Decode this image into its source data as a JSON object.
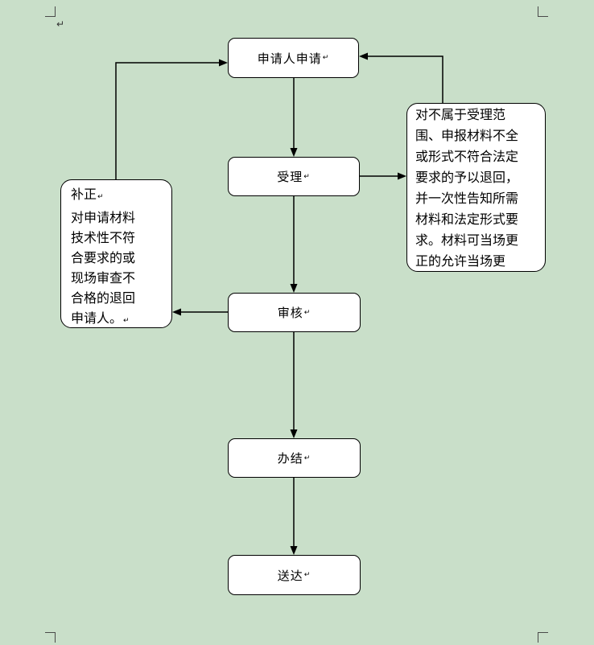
{
  "page": {
    "background_color": "#c9dfc9",
    "node_fill_color": "#ffffff",
    "node_border_color": "#000000",
    "eop_mark": "↵",
    "pilcrow": "↵"
  },
  "flowchart": {
    "nodes": {
      "apply": {
        "label": "申请人申请"
      },
      "accept": {
        "label": "受理"
      },
      "review": {
        "label": "审核"
      },
      "complete": {
        "label": "办结"
      },
      "deliver": {
        "label": "送达"
      },
      "correction": {
        "title": "补正",
        "body": "对申请材料技术性不符合要求的或现场审查不合格的退回申请人。"
      },
      "reject": {
        "text": "对不属于受理范围、申报材料不全或形式不符合法定要求的予以退回，并一次性告知所需材料和法定形式要求。材料可当场更正的允许当场更"
      }
    },
    "edges": [
      {
        "from": "apply",
        "to": "accept"
      },
      {
        "from": "accept",
        "to": "review"
      },
      {
        "from": "review",
        "to": "complete"
      },
      {
        "from": "complete",
        "to": "deliver"
      },
      {
        "from": "accept",
        "to": "reject"
      },
      {
        "from": "review",
        "to": "correction"
      },
      {
        "from": "correction",
        "to": "apply"
      },
      {
        "from": "reject",
        "to": "apply"
      }
    ]
  }
}
